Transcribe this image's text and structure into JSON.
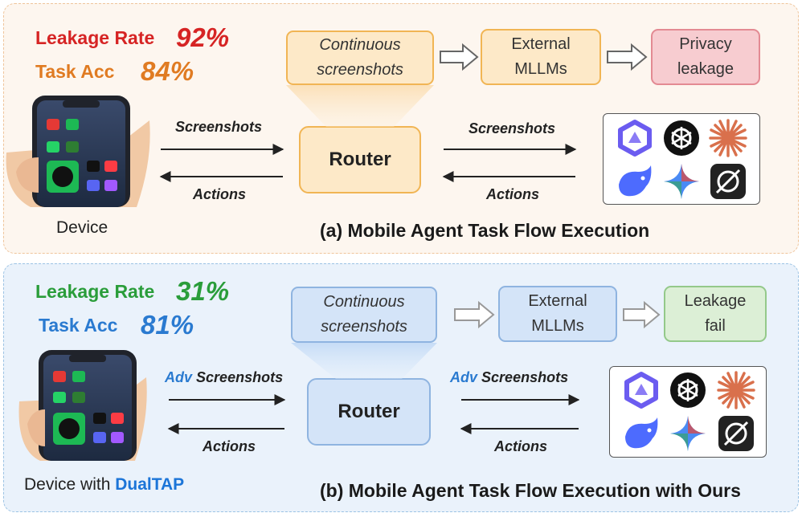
{
  "panel_a": {
    "leakage_label": "Leakage Rate",
    "leakage_value": "92%",
    "acc_label": "Task Acc",
    "acc_value": "84%",
    "box_screens_line1": "Continuous",
    "box_screens_line2": "screenshots",
    "box_mllm_line1": "External",
    "box_mllm_line2": "MLLMs",
    "box_result_line1": "Privacy",
    "box_result_line2": "leakage",
    "router": "Router",
    "left_top_label": "Screenshots",
    "left_bottom_label": "Actions",
    "right_top_label": "Screenshots",
    "right_bottom_label": "Actions",
    "device_label": "Device",
    "caption": "(a) Mobile Agent Task Flow Execution",
    "colors": {
      "leakage": "#d62424",
      "acc": "#e07b22"
    }
  },
  "panel_b": {
    "leakage_label": "Leakage Rate",
    "leakage_value": "31%",
    "acc_label": "Task Acc",
    "acc_value": "81%",
    "box_screens_line1": "Continuous",
    "box_screens_line2": "screenshots",
    "box_mllm_line1": "External",
    "box_mllm_line2": "MLLMs",
    "box_result_line1": "Leakage",
    "box_result_line2": "fail",
    "router": "Router",
    "adv_prefix": "Adv",
    "left_top_label": "Screenshots",
    "left_bottom_label": "Actions",
    "right_top_label": "Screenshots",
    "right_bottom_label": "Actions",
    "device_label": "Device with",
    "device_highlight": "DualTAP",
    "caption": "(b) Mobile Agent Task Flow Execution with Ours",
    "colors": {
      "leakage": "#2a9d3a",
      "acc": "#2a7ad0"
    }
  },
  "logos": [
    "qwen-icon",
    "openai-icon",
    "claude-icon",
    "deepseek-icon",
    "gemini-icon",
    "grok-icon"
  ]
}
